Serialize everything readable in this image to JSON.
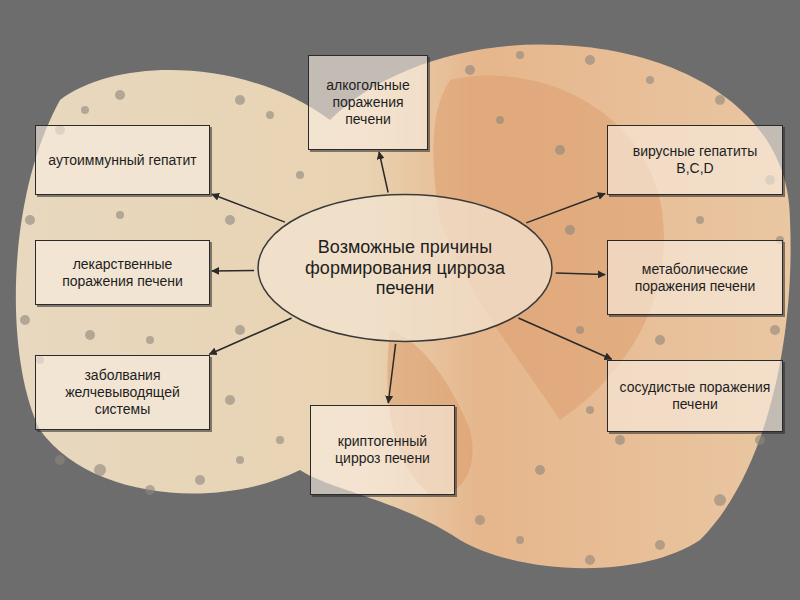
{
  "diagram": {
    "nodes": [
      {
        "text": [
          "алкогольные поражения печени"
        ]
      },
      {
        "text": [
          "аутоиммунный гепатит"
        ]
      },
      {
        "text": [
          "вирусные гепатиты B,C,D"
        ]
      },
      {
        "text": [
          "Возможные причины формирования цирроза печени"
        ]
      },
      {
        "text": [
          "лекарственные поражения печени"
        ]
      },
      {
        "text": [
          "метаболические поражения печени"
        ]
      },
      {
        "text": [
          "заболвания желчевыводящей системы"
        ]
      },
      {
        "text": [
          "сосудистые поражения печени"
        ]
      },
      {
        "text": [
          "криптогенный цирроз печени"
        ]
      }
    ],
    "edges": [
      {
        "from": 3,
        "to": 0,
        "arrow": "to"
      },
      {
        "from": 3,
        "to": 1,
        "arrow": "to"
      },
      {
        "from": 3,
        "to": 2,
        "arrow": "to"
      },
      {
        "from": 3,
        "to": 4,
        "arrow": "to"
      },
      {
        "from": 3,
        "to": 5,
        "arrow": "to"
      },
      {
        "from": 3,
        "to": 6,
        "arrow": "to"
      },
      {
        "from": 3,
        "to": 7,
        "arrow": "to"
      },
      {
        "from": 3,
        "to": 8,
        "arrow": "to"
      }
    ]
  }
}
